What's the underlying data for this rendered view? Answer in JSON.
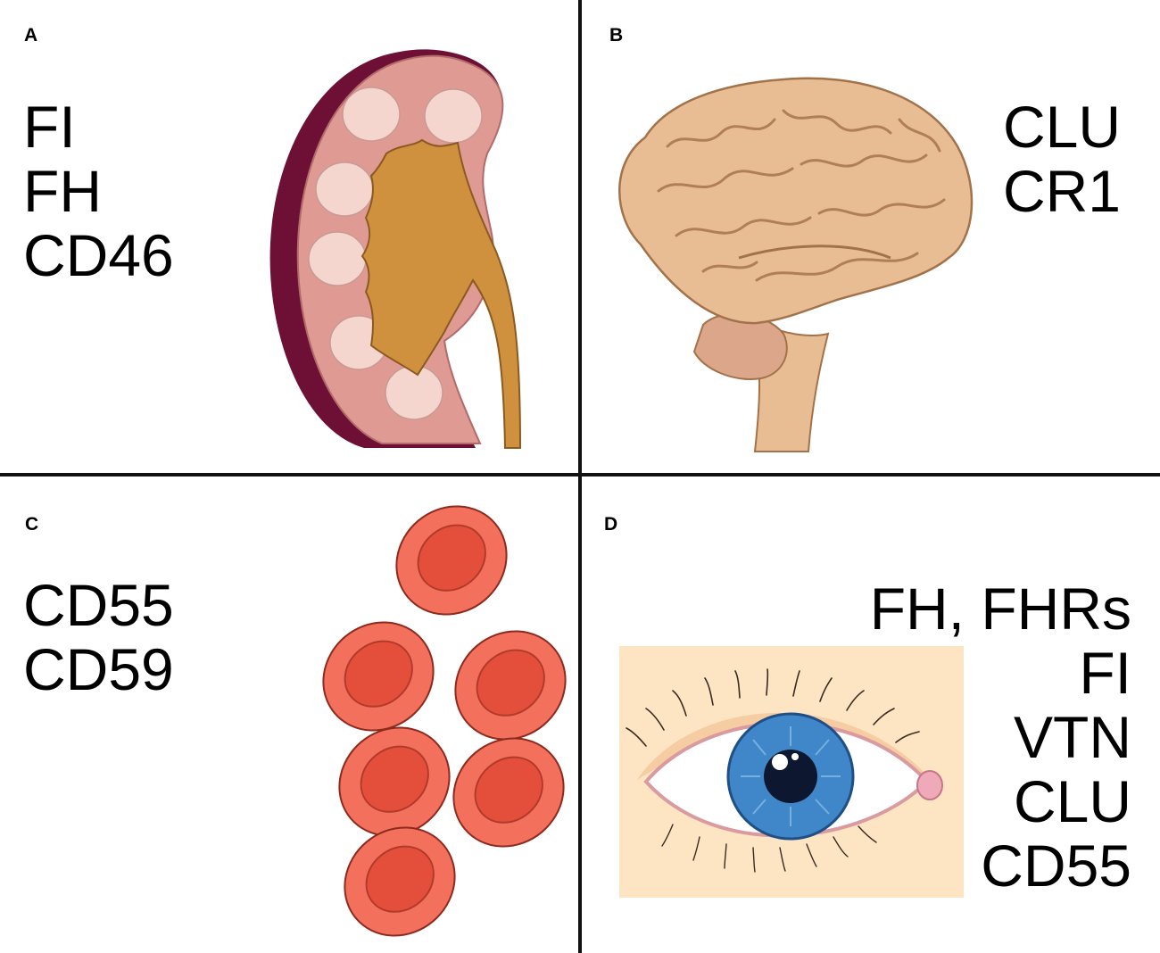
{
  "panels": [
    {
      "letter": "A",
      "organ_icon": "kidney-icon",
      "markers": [
        "FI",
        "FH",
        "CD46"
      ]
    },
    {
      "letter": "B",
      "organ_icon": "brain-icon",
      "markers": [
        "CLU",
        "CR1"
      ]
    },
    {
      "letter": "C",
      "organ_icon": "red-blood-cells-icon",
      "markers": [
        "CD55",
        "CD59"
      ]
    },
    {
      "letter": "D",
      "organ_icon": "eye-icon",
      "markers": [
        "FH, FHRs",
        "FI",
        "VTN",
        "CLU",
        "CD55"
      ]
    }
  ],
  "colors": {
    "kidney_outer": "#6e0f35",
    "kidney_cortex": "#de9a93",
    "kidney_pelvis": "#d0913f",
    "brain": "#e9bd93",
    "rbc": "#f3705c",
    "iris": "#3f87c8",
    "eye_background": "#fde5c3"
  }
}
